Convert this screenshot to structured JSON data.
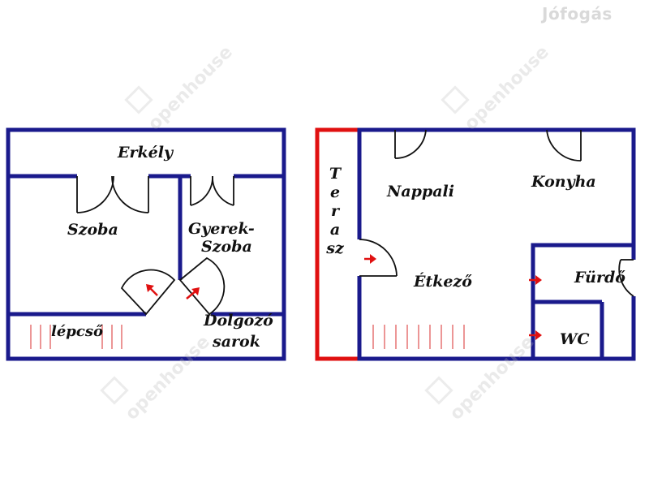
{
  "brand": {
    "logo": "Jófogás",
    "watermark": "openhouse"
  },
  "rooms": {
    "erkely": "Erkély",
    "szoba": "Szoba",
    "gyerek_line1": "Gyerek-",
    "gyerek_line2": "Szoba",
    "lepcso": "lépcső",
    "dolgozo_line1": "Dolgozó",
    "dolgozo_line2": "sarok",
    "terasz": [
      "T",
      "e",
      "r",
      "a",
      "sz"
    ],
    "nappali": "Nappali",
    "konyha": "Konyha",
    "etkezo": "Étkező",
    "furdo": "Fürdő",
    "wc": "WC"
  },
  "colors": {
    "wall": "#1a1a8c",
    "terrace": "#e01010",
    "arrow": "#e01010",
    "stair": "#e05050"
  }
}
